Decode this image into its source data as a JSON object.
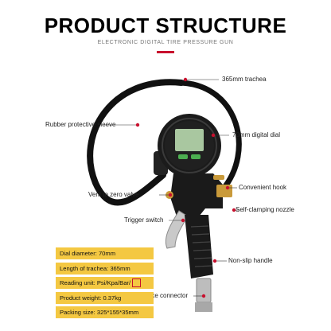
{
  "header": {
    "title": "PRODUCT STRUCTURE",
    "subtitle": "ELECTRONIC DIGITAL TIRE PRESSURE GUN"
  },
  "colors": {
    "accent": "#c8102e",
    "spec_bg": "#f4c842",
    "gauge_screen": "#a9c7a0",
    "body": "#1a1a1a",
    "brass": "#c99a3a"
  },
  "callouts": {
    "trachea": "365mm trachea",
    "sleeve": "Rubber protective sleeve",
    "dial": "70mm digital dial",
    "hook": "Convenient hook",
    "vent": "Vent to zero valve",
    "nozzle": "Self-clamping nozzle",
    "trigger": "Trigger switch",
    "handle": "Non-slip handle",
    "intake": "Intake connector"
  },
  "specs": [
    "Dial diameter: 70mm",
    "Length of trachea: 365mm",
    "Reading unit: Psi/Kpa/Bar/",
    "Product weight: 0.37kg",
    "Packing size: 325*155*35mm"
  ],
  "icons": [
    "cert-badge-icon"
  ]
}
